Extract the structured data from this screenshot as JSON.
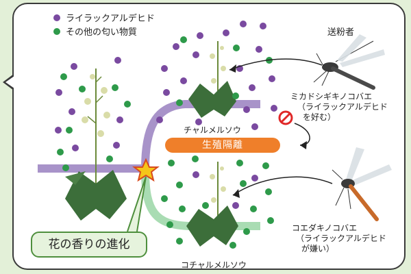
{
  "legend": {
    "lilac_aldehyde": "ライラックアルデヒド",
    "other_scents": "その他の匂い物質"
  },
  "colors": {
    "lilac_dot": "#7a4aa0",
    "other_dot": "#2e9a4a",
    "upper_branch": "#a893c9",
    "lower_branch": "#a9dcb3",
    "separation_bar": "#ef7f2a",
    "star": "#f5c518",
    "star_outline": "#d84a1e",
    "leaf": "#3c6e3a"
  },
  "labels": {
    "pollinator_header": "送粉者",
    "charumerusou": "チャルメルソウ",
    "kocharumerusou": "コチャルメルソウ",
    "reproductive_isolation": "生殖隔離",
    "flower_scent_evolution": "花の香りの進化",
    "mikado": "ミカドシギキノコバエ",
    "mikado_note": "（ライラックアルデヒド",
    "mikado_note2": "を好む）",
    "koeda": "コエダキノコバエ",
    "koeda_note": "（ライラックアルデヒド",
    "koeda_note2": "が嫌い）"
  },
  "icons": {
    "no_symbol": "prohibition-icon",
    "star": "star-icon"
  }
}
